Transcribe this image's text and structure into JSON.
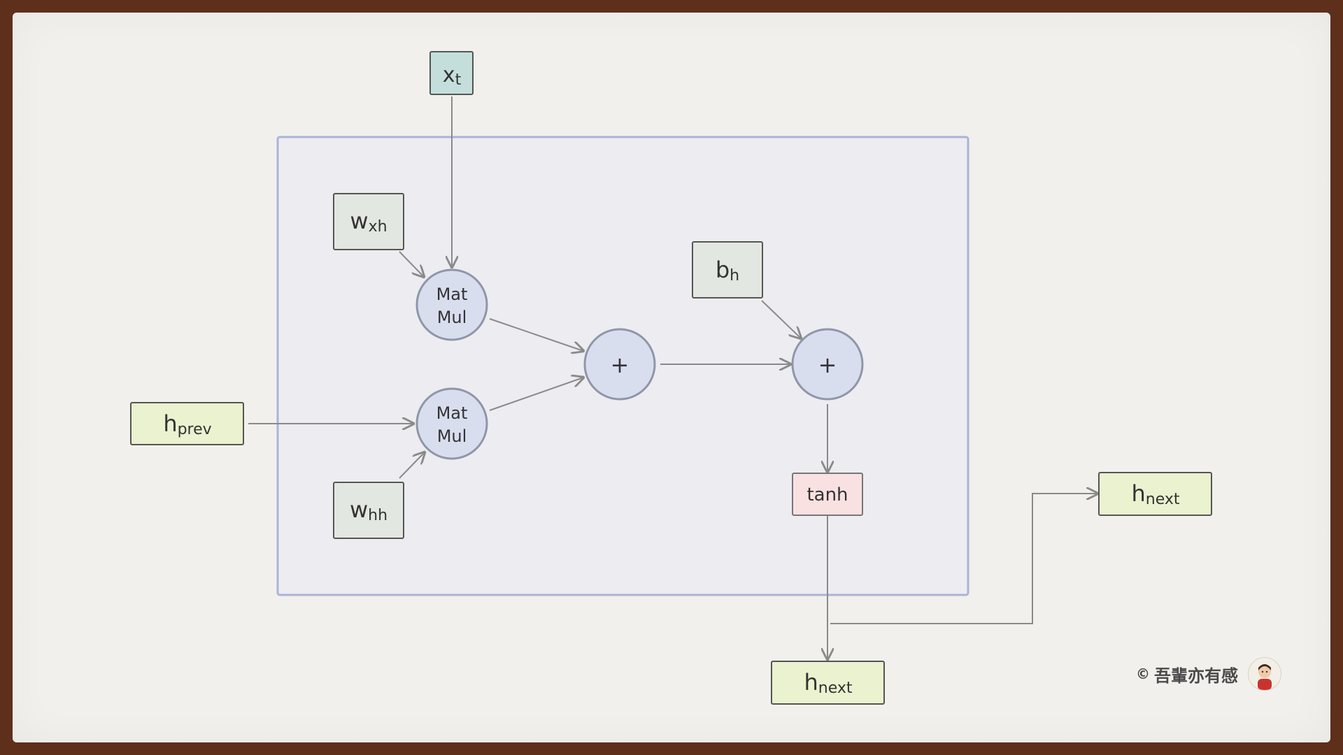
{
  "diagram": {
    "nodes": {
      "x_t": {
        "main": "x",
        "sub": "t"
      },
      "w_xh": {
        "main": "w",
        "sub": "xh"
      },
      "w_hh": {
        "main": "w",
        "sub": "hh"
      },
      "b_h": {
        "main": "b",
        "sub": "h"
      },
      "h_prev": {
        "main": "h",
        "sub": "prev"
      },
      "h_next_right": {
        "main": "h",
        "sub": "next"
      },
      "h_next_bottom": {
        "main": "h",
        "sub": "next"
      },
      "matmul_top": {
        "line1": "Mat",
        "line2": "Mul"
      },
      "matmul_bottom": {
        "line1": "Mat",
        "line2": "Mul"
      },
      "plus_1": {
        "label": "+"
      },
      "plus_2": {
        "label": "+"
      },
      "tanh": {
        "label": "tanh"
      }
    },
    "colors": {
      "teal_box": "#c4dfdb",
      "gray_box": "#e3e7e1",
      "green_box": "#eaf2cf",
      "pink_box": "#f9e1e1",
      "circle_fill": "#d9deef",
      "circle_stroke": "#9096a8",
      "container_stroke": "#aab3d8",
      "arrow": "#8a8a8a"
    }
  },
  "credit": {
    "copyright": "©",
    "author": "吾輩亦有感"
  }
}
